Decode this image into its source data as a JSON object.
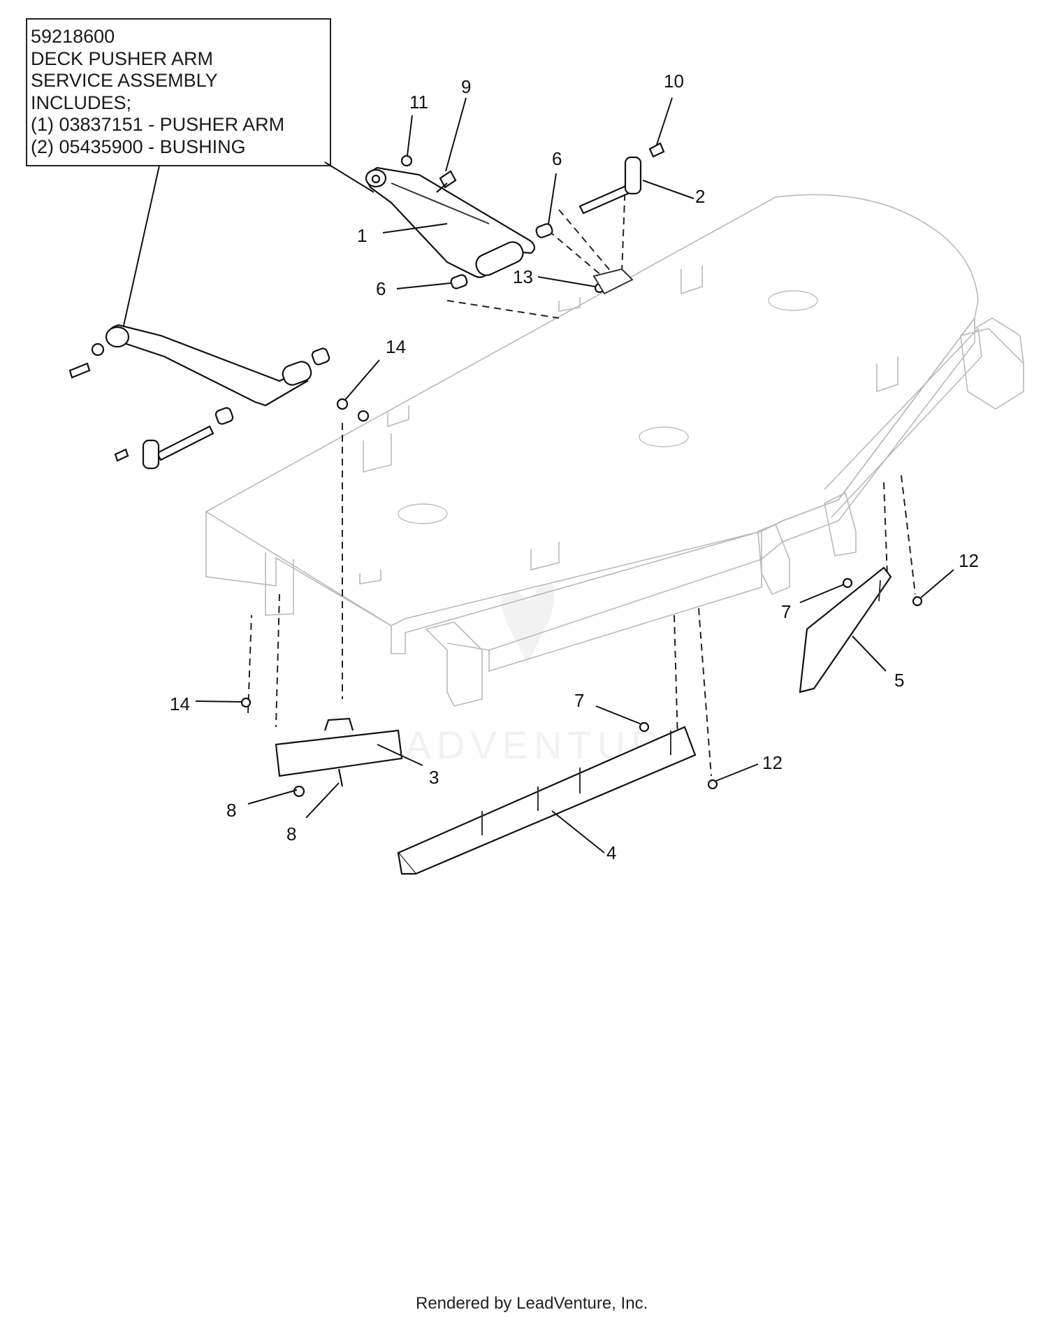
{
  "callout": {
    "lines": [
      "59218600",
      "DECK PUSHER ARM",
      "SERVICE ASSEMBLY",
      "INCLUDES;",
      "(1) 03837151 - PUSHER ARM",
      "(2) 05435900 - BUSHING"
    ]
  },
  "labels": {
    "n1": "1",
    "n2": "2",
    "n3": "3",
    "n4": "4",
    "n5": "5",
    "n6a": "6",
    "n6b": "6",
    "n7a": "7",
    "n7b": "7",
    "n8a": "8",
    "n8b": "8",
    "n9": "9",
    "n10": "10",
    "n11": "11",
    "n12a": "12",
    "n12b": "12",
    "n13": "13",
    "n14a": "14",
    "n14b": "14"
  },
  "watermark": "LEADVENTURE",
  "footer": "Rendered by LeadVenture, Inc."
}
